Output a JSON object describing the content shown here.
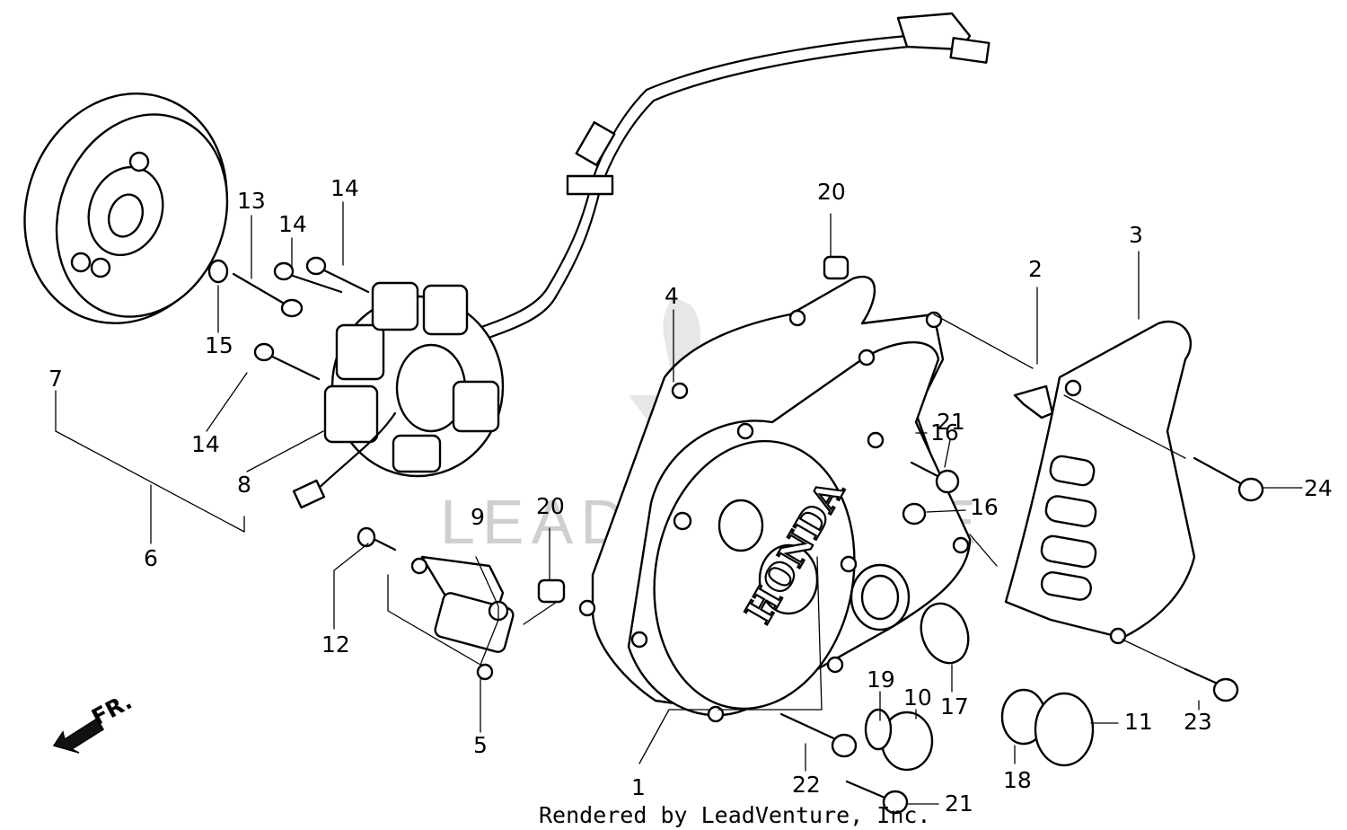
{
  "diagram": {
    "callouts": [
      "1",
      "2",
      "3",
      "4",
      "5",
      "6",
      "7",
      "8",
      "9",
      "10",
      "11",
      "12",
      "13",
      "14",
      "14",
      "14",
      "15",
      "16",
      "16",
      "17",
      "18",
      "19",
      "20",
      "20",
      "21",
      "21",
      "22",
      "23",
      "24"
    ],
    "cover_brand": "HONDA",
    "direction_label": "FR.",
    "watermark": "LEADVENTURE",
    "footer": "Rendered by LeadVenture, Inc."
  }
}
